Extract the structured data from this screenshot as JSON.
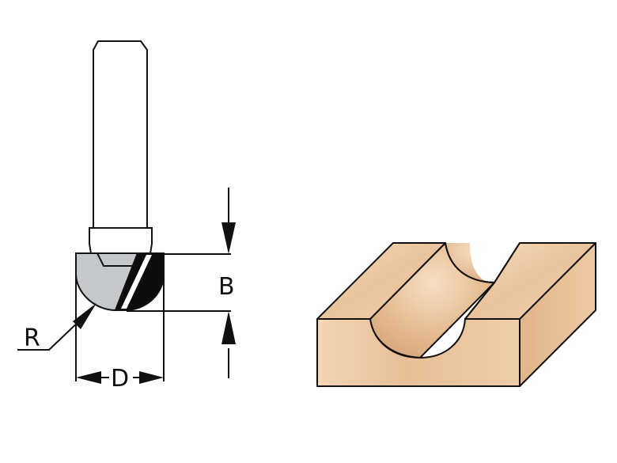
{
  "labels": {
    "radius": "R",
    "depth": "B",
    "diameter": "D"
  },
  "colors": {
    "background": "#ffffff",
    "outline": "#111111",
    "shank_fill": "#ffffff",
    "cutter_light": "#c4c8cc",
    "cutter_dark": "#0d0d0d",
    "wood_light": "#f2d6b6",
    "wood_mid": "#e8c09a",
    "wood_dark": "#d9a67a"
  }
}
